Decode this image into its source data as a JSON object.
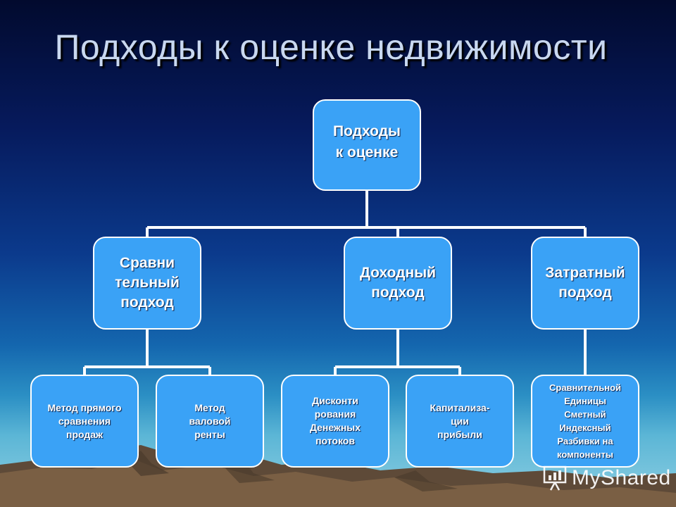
{
  "slide": {
    "title": "Подходы к оценке недвижимости"
  },
  "diagram": {
    "root": {
      "label": "Подходы\n к оценке"
    },
    "approaches": [
      {
        "label": "Сравни\nтельный\n подход",
        "methods": [
          {
            "label": "Метод прямого\n сравнения\n продаж"
          },
          {
            "label": "Метод\n валовой\n ренты"
          }
        ]
      },
      {
        "label": "Доходный\nподход",
        "methods": [
          {
            "label": "Дисконти\nрования\nДенежных\nпотоков"
          },
          {
            "label": "Капитализа-\nции\nприбыли"
          }
        ]
      },
      {
        "label": "Затратный\n подход",
        "methods": [
          {
            "label": "Сравнительной\n Единицы\n Сметный\n Индексный\nРазбивки на\n компоненты"
          }
        ]
      }
    ]
  },
  "watermark": {
    "text": "MyShared",
    "icon": "presentation-icon"
  },
  "colors": {
    "node_fill": "#3aa2f6",
    "node_border": "#ffffff",
    "title_text": "#c9d8f0",
    "sky_top": "#020a2e",
    "sky_bottom": "#8fd0e2",
    "mountain": "#7a5f44"
  }
}
